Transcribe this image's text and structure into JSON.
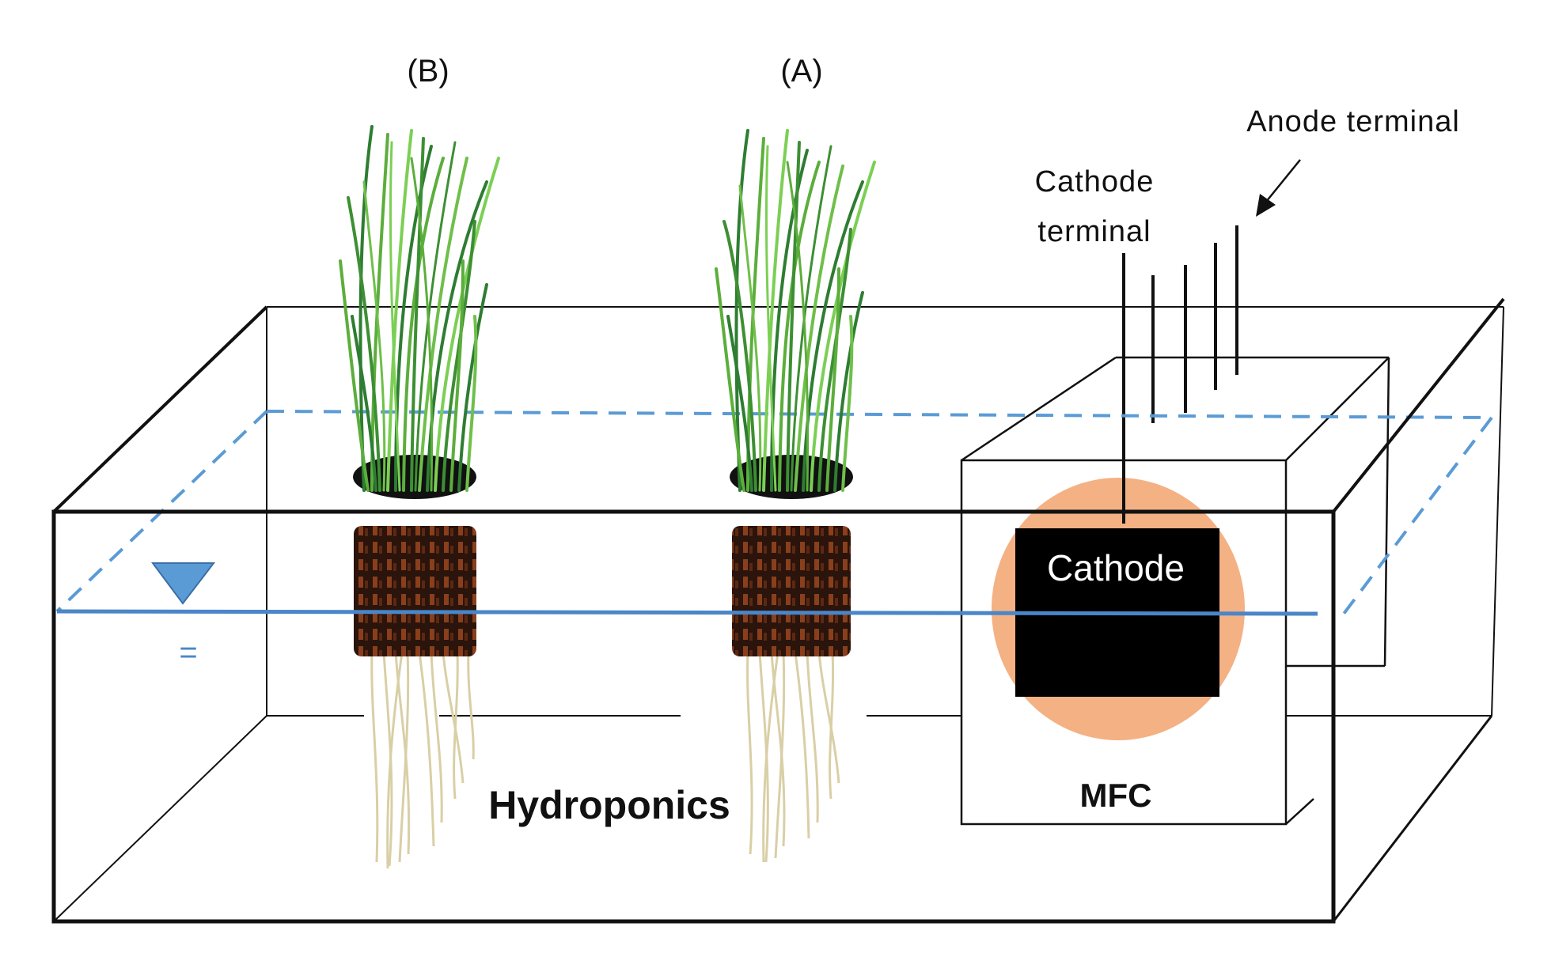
{
  "plants": {
    "b_label": "(B)",
    "a_label": "(A)"
  },
  "labels": {
    "anode_terminal": "Anode terminal",
    "cathode_terminal_line1": "Cathode",
    "cathode_terminal_line2": "terminal",
    "cathode": "Cathode",
    "mfc": "MFC",
    "hydroponics": "Hydroponics",
    "water_level_mark": "="
  },
  "colors": {
    "water_line": "#4a86c8",
    "water_dashed": "#5b9bd5",
    "water_marker": "#5b9bd5",
    "cathode_glow": "#f4b183",
    "cathode_block": "#000000",
    "leaf_dark": "#2e7d32",
    "leaf_light": "#6fbf4a",
    "root_cup": "#3a1f14",
    "roots": "#d9cfa6"
  }
}
